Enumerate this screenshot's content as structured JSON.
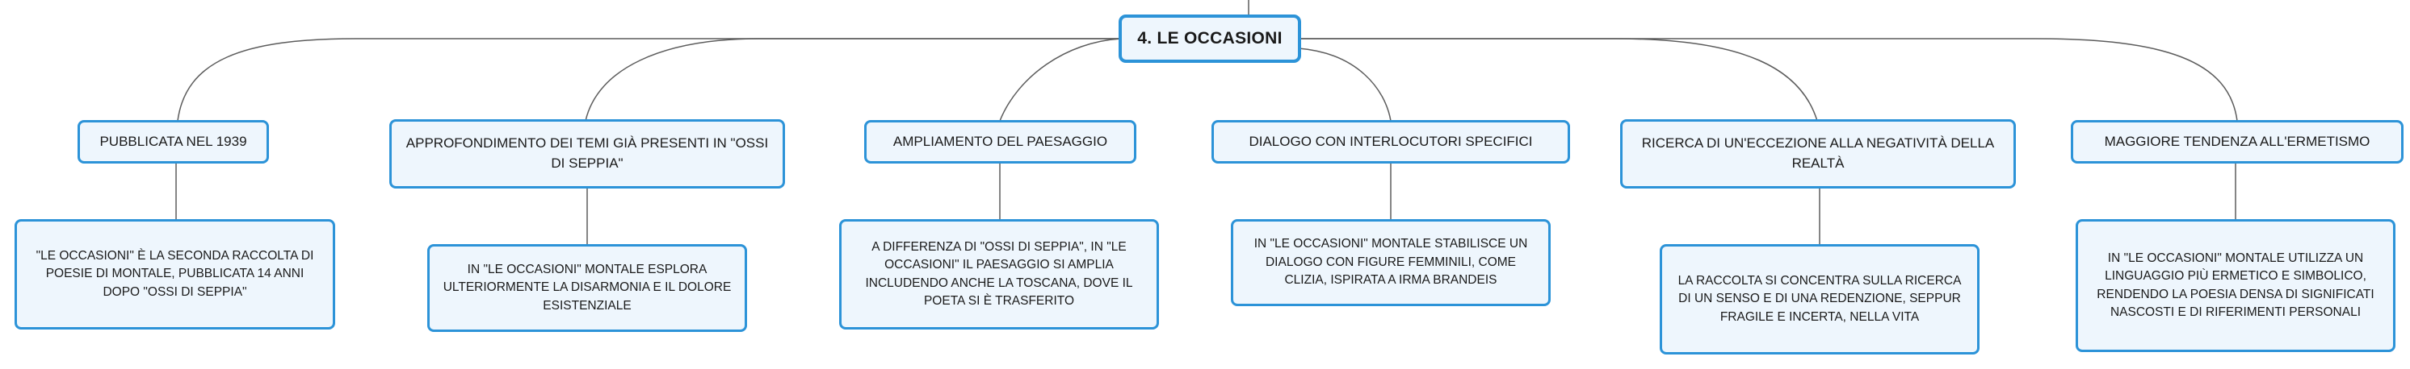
{
  "root": {
    "label": "4. LE OCCASIONI"
  },
  "branches": [
    {
      "topic": "PUBBLICATA NEL 1939",
      "detail": "\"LE OCCASIONI\" È LA SECONDA RACCOLTA DI POESIE DI MONTALE, PUBBLICATA 14 ANNI DOPO \"OSSI DI SEPPIA\""
    },
    {
      "topic": "APPROFONDIMENTO DEI TEMI GIÀ PRESENTI IN \"OSSI DI SEPPIA\"",
      "detail": "IN \"LE OCCASIONI\" MONTALE ESPLORA ULTERIORMENTE LA DISARMONIA E IL DOLORE ESISTENZIALE"
    },
    {
      "topic": "AMPLIAMENTO DEL PAESAGGIO",
      "detail": "A DIFFERENZA DI \"OSSI DI SEPPIA\", IN \"LE OCCASIONI\" IL PAESAGGIO SI AMPLIA INCLUDENDO ANCHE LA TOSCANA, DOVE IL POETA SI È TRASFERITO"
    },
    {
      "topic": "DIALOGO CON INTERLOCUTORI SPECIFICI",
      "detail": "IN \"LE OCCASIONI\" MONTALE STABILISCE UN DIALOGO CON FIGURE FEMMINILI, COME CLIZIA, ISPIRATA A IRMA BRANDEIS"
    },
    {
      "topic": "RICERCA DI UN'ECCEZIONE ALLA NEGATIVITÀ DELLA REALTÀ",
      "detail": "LA RACCOLTA SI CONCENTRA SULLA RICERCA DI UN SENSO E DI UNA REDENZIONE, SEPPUR FRAGILE E INCERTA, NELLA VITA"
    },
    {
      "topic": "MAGGIORE TENDENZA ALL'ERMETISMO",
      "detail": "IN \"LE OCCASIONI\" MONTALE UTILIZZA UN LINGUAGGIO PIÙ ERMETICO E SIMBOLICO, RENDENDO LA POESIA DENSA DI SIGNIFICATI NASCOSTI E DI RIFERIMENTI PERSONALI"
    }
  ],
  "colors": {
    "node_border": "#2c93d8",
    "node_fill": "#eef6fd",
    "connector": "#5c5c5c"
  }
}
